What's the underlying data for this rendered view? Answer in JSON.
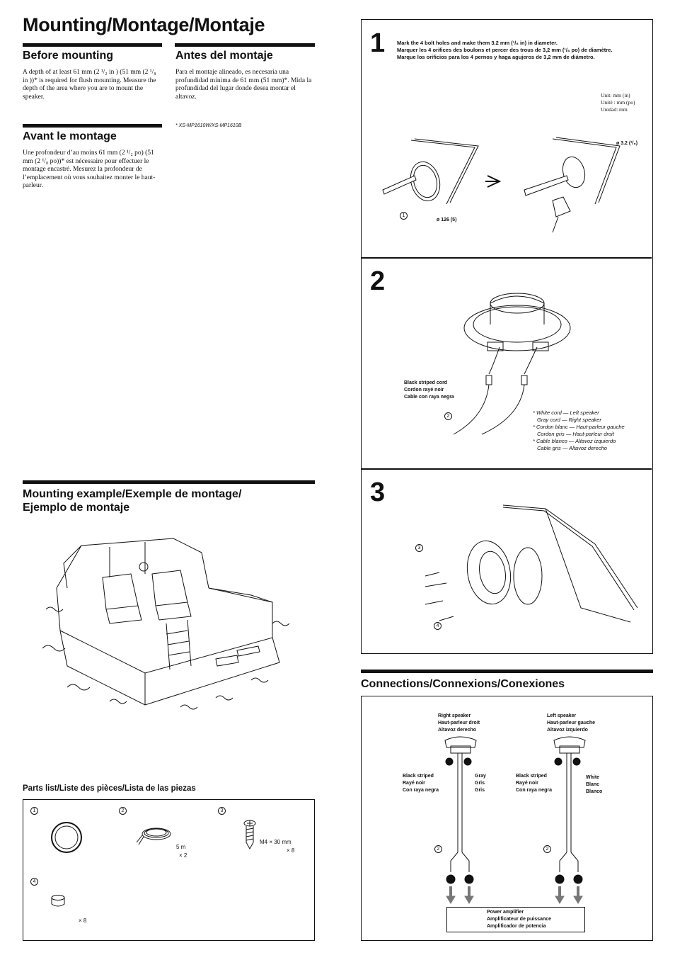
{
  "title": "Mounting/Montage/Montaje",
  "before": {
    "heading": "Before mounting",
    "text": "A depth of at least 61 mm (2 ¹/₂ in ) (51 mm (2 ¹/₈ in ))* is required for flush mounting. Measure the depth of the area where you are to mount the speaker."
  },
  "antes": {
    "heading": "Antes del montaje",
    "text": "Para el montaje alineado, es necesaria una profundidad mínima de 61 mm (51 mm)*. Mida la profundidad del lugar donde desea montar el altavoz.",
    "footnote": "* XS-MP1610W/XS-MP1610B"
  },
  "avant": {
    "heading": "Avant le montage",
    "text": "Une profondeur d’au moins 61 mm (2 ¹/₂ po) (51 mm (2 ¹/₈ po))* est nécessaire pour effectuer le montage encastré. Mesurez la profondeur de l’emplacement où vous souhaitez monter le haut-parleur."
  },
  "example": {
    "heading_line1": "Mounting example/Exemple de montage/",
    "heading_line2": "Ejemplo de montaje"
  },
  "parts": {
    "heading": "Parts list/Liste des pièces/Lista de las piezas",
    "n1": "1",
    "n2": "2",
    "n3": "3",
    "n4": "4",
    "cord_len": "5 m",
    "cord_qty": "× 2",
    "screw_size": "M4 × 30 mm",
    "screw_qty": "× 8",
    "cap_qty": "× 8"
  },
  "step1": {
    "number": "1",
    "line1": "Mark the 4 bolt holes and make them 3.2 mm (¹/₈ in) in diameter.",
    "line2": "Marquer les 4 orifices des boulons et percer des trous de 3,2 mm (¹/₈ po) de diamètre.",
    "line3": "Marque los orificios para los 4 pernos y haga agujeros de 3,2 mm de diámetro.",
    "unit1": "Unit: mm (in)",
    "unit2": "Unité : mm (po)",
    "unit3": "Unidad: mm",
    "dim_hole": "ø 3.2 (¹/₈)",
    "dim_ring": "ø 126 (5)",
    "callout": "1"
  },
  "step2": {
    "number": "2",
    "cord1": "Black striped cord",
    "cord2": "Cordon rayé noir",
    "cord3": "Cable con raya negra",
    "callout": "2",
    "note": [
      "* White cord — Left speaker",
      "Gray cord — Right speaker",
      "* Cordon blanc — Haut-parleur gauche",
      "Cordon gris — Haut-parleur droit",
      "* Cable blanco — Altavoz izquierdo",
      "Cable gris — Altavoz derecho"
    ]
  },
  "step3": {
    "number": "3",
    "callout_top": "3",
    "callout_bottom": "4"
  },
  "connections": {
    "heading": "Connections/Connexions/Conexiones",
    "right": [
      "Right speaker",
      "Haut-parleur droit",
      "Altavoz derecho"
    ],
    "left": [
      "Left speaker",
      "Haut-parleur gauche",
      "Altavoz izquierdo"
    ],
    "black1": [
      "Black striped",
      "Rayé noir",
      "Con raya negra"
    ],
    "gray": [
      "Gray",
      "Gris",
      "Gris"
    ],
    "black2": [
      "Black striped",
      "Rayé noir",
      "Con raya negra"
    ],
    "white": [
      "White",
      "Blanc",
      "Blanco"
    ],
    "callout": "2",
    "amp": [
      "Power amplifier",
      "Amplificateur de puissance",
      "Amplificador de potencia"
    ]
  }
}
